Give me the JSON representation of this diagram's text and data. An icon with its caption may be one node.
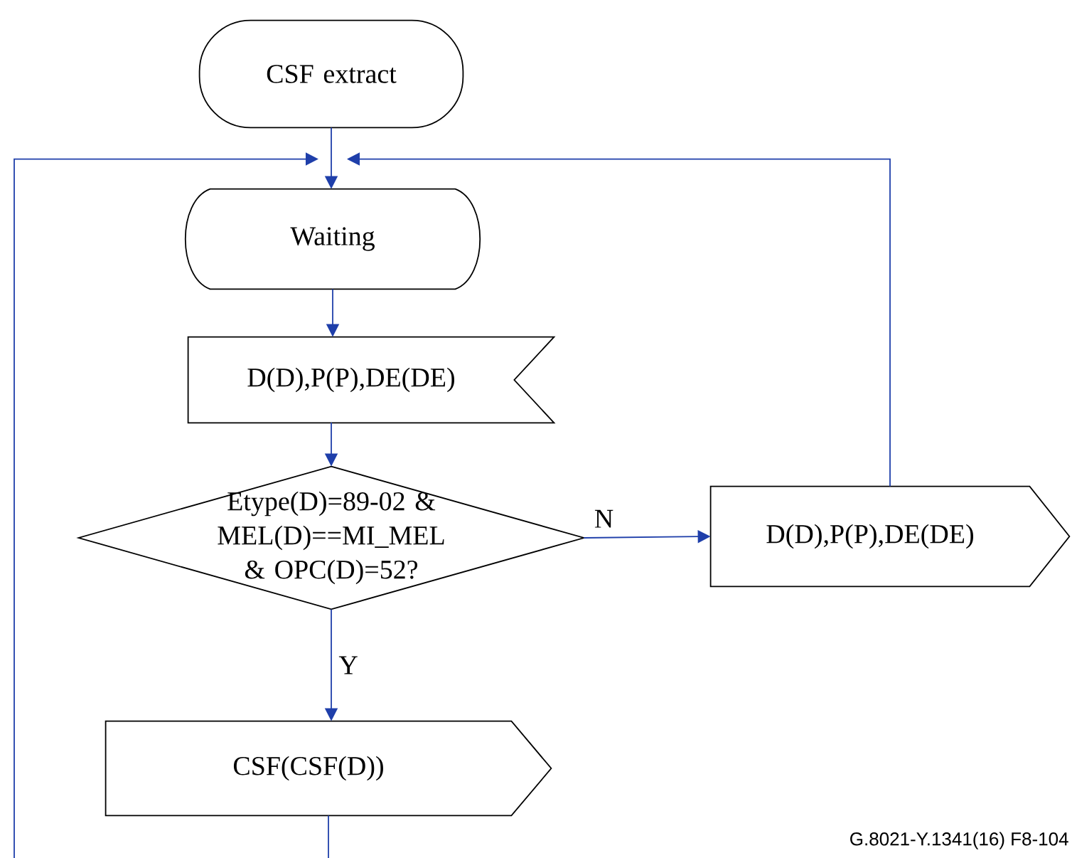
{
  "diagram": {
    "nodes": [
      {
        "text": [
          "CSF extract"
        ]
      },
      {
        "text": [
          "Waiting"
        ]
      },
      {
        "text": [
          "D(D),P(P),DE(DE)"
        ]
      },
      {
        "text": [
          "Etype(D)=89-02 & MEL(D)==MI_MEL & OPC(D)=52?"
        ]
      },
      {
        "text": [
          "D(D),P(P),DE(DE)"
        ]
      },
      {
        "text": [
          "CSF(CSF(D))"
        ]
      }
    ],
    "edges": [
      {
        "from": 0,
        "to": 1,
        "arrow": "to"
      },
      {
        "from": 1,
        "to": 2,
        "arrow": "to"
      },
      {
        "from": 2,
        "to": 3,
        "arrow": "to"
      },
      {
        "from": 3,
        "to": 4,
        "arrow": "to",
        "label": "N"
      },
      {
        "from": 3,
        "to": 5,
        "arrow": "to",
        "label": "Y"
      },
      {
        "from": 4,
        "to": 1,
        "arrow": "to"
      },
      {
        "from": 5,
        "to": null,
        "arrow": "none"
      },
      {
        "from": null,
        "to": 1,
        "arrow": "to"
      }
    ],
    "labels": [
      "G.8021-Y.1341(16)  F8-104"
    ]
  }
}
